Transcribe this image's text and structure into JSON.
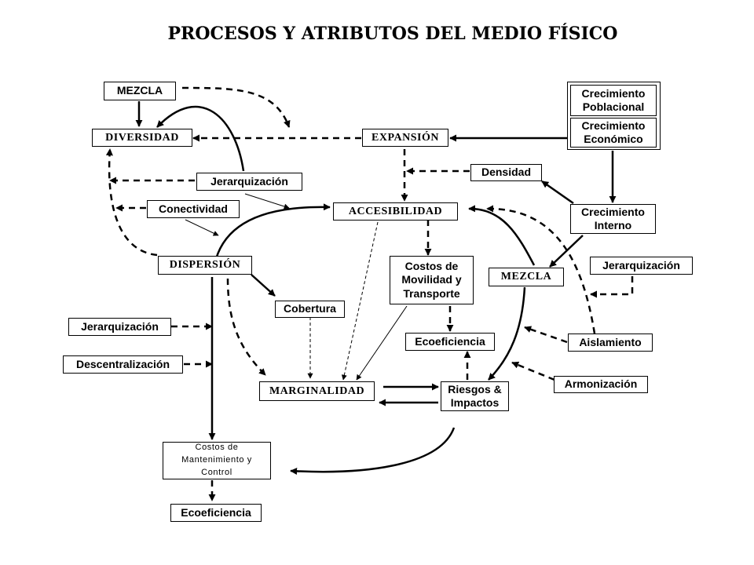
{
  "title": "PROCESOS Y ATRIBUTOS DEL MEDIO FÍSICO",
  "nodes": {
    "mezcla_top": "MEZCLA",
    "diversidad": "DIVERSIDAD",
    "expansion": "EXPANSIÓN",
    "crecimiento_poblacional": "Crecimiento\nPoblacional",
    "crecimiento_economico": "Crecimiento\nEconómico",
    "densidad": "Densidad",
    "jerarquizacion_1": "Jerarquización",
    "conectividad": "Conectividad",
    "accesibilidad": "ACCESIBILIDAD",
    "crecimiento_interno": "Crecimiento\nInterno",
    "dispersion": "DISPERSIÓN",
    "costos_movilidad": "Costos de\nMovilidad y\nTransporte",
    "mezcla_right": "MEZCLA",
    "jerarquizacion_right": "Jerarquización",
    "cobertura": "Cobertura",
    "jerarquizacion_left": "Jerarquización",
    "aislamiento": "Aislamiento",
    "ecoeficiencia_mid": "Ecoeficiencia",
    "descentralizacion": "Descentralización",
    "marginalidad": "MARGINALIDAD",
    "riesgos": "Riesgos &\nImpactos",
    "armonizacion": "Armonización",
    "costos_mantenimiento": "Costos de\nMantenimiento y\nControl",
    "ecoeficiencia_bottom": "Ecoeficiencia"
  }
}
